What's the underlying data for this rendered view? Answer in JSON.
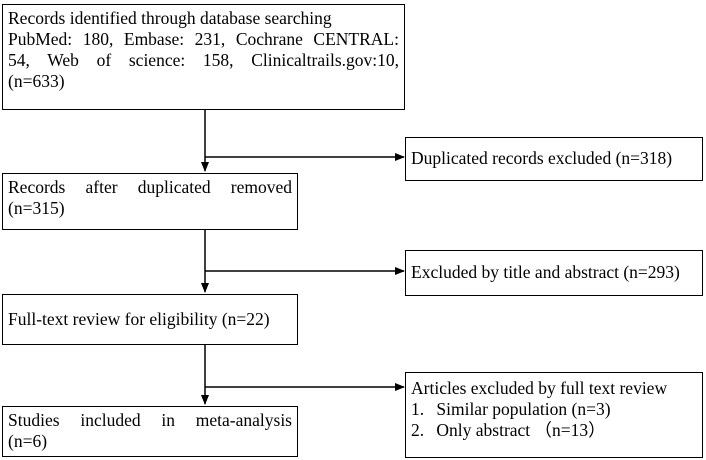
{
  "box_identified": {
    "line1": "Records identified through database searching",
    "line2": "PubMed: 180, Embase: 231, Cochrane CENTRAL:",
    "line3": "54, Web of science: 158, Clinicaltrails.gov:10,",
    "line4": "(n=633)"
  },
  "box_duplicates_excluded": {
    "text": "Duplicated records excluded (n=318)"
  },
  "box_after_duplicates": {
    "line1": "Records after duplicated removed",
    "line2": "(n=315)"
  },
  "box_title_abstract_excluded": {
    "text": "Excluded by title and abstract (n=293)"
  },
  "box_fulltext_review": {
    "text": "Full-text review for eligibility (n=22)"
  },
  "box_fulltext_excluded": {
    "title": "Articles excluded by full text review",
    "items": [
      {
        "num": "1.",
        "text": "Similar population (n=3)"
      },
      {
        "num": "2.",
        "text": "Only abstract （n=13）"
      }
    ]
  },
  "box_included": {
    "line1": "Studies included in meta-analysis",
    "line2": "(n=6)"
  }
}
